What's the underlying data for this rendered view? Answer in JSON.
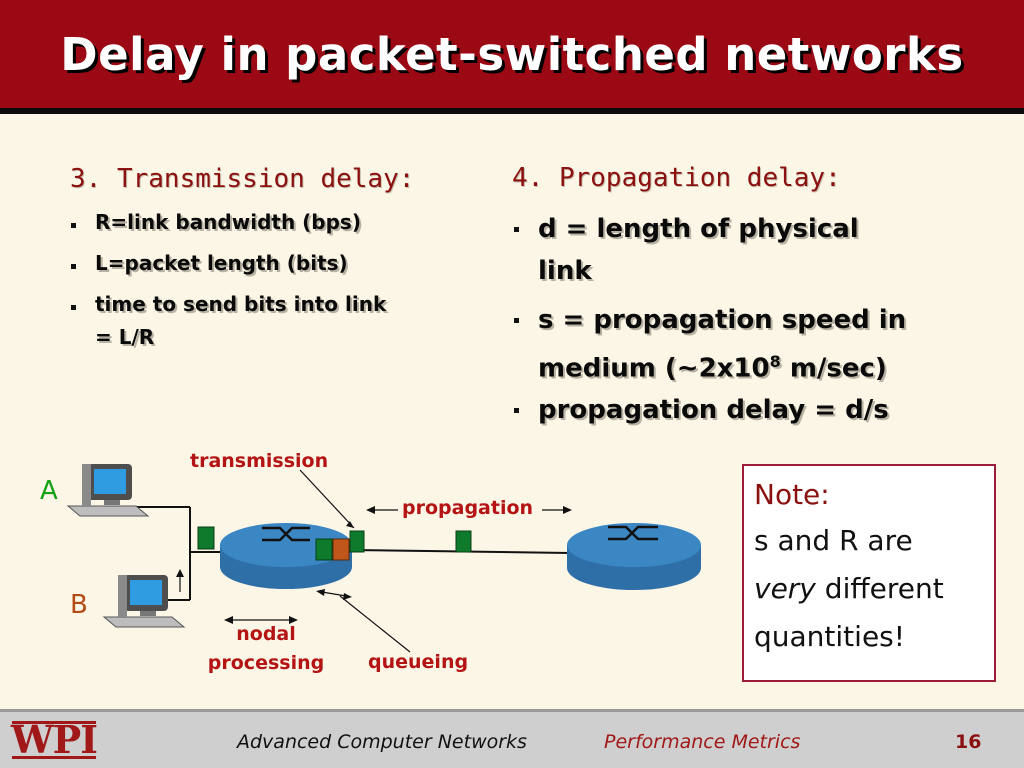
{
  "slide": {
    "title": "Delay in packet-switched networks"
  },
  "left_column": {
    "heading": "3. Transmission delay:",
    "bullets": [
      {
        "line1": "R=link bandwidth (bps)",
        "line2": ""
      },
      {
        "line1": "L=packet length (bits)",
        "line2": ""
      },
      {
        "line1": "time to send bits into link",
        "line2": "= L/R"
      }
    ]
  },
  "right_column": {
    "heading": "4. Propagation delay:",
    "bullets": [
      {
        "line1": "d = length of physical",
        "line2": "link"
      },
      {
        "line1": "s = propagation speed in",
        "line2_pre": "medium (~2x10",
        "line2_sup": "8",
        "line2_post": " m/sec)"
      },
      {
        "line1": "propagation delay = d/s",
        "line2": ""
      }
    ]
  },
  "diagram": {
    "host_a": "A",
    "host_b": "B",
    "label_transmission": "transmission",
    "label_propagation": "propagation",
    "label_nodal_1": "nodal",
    "label_nodal_2": "processing",
    "label_queueing": "queueing"
  },
  "note": {
    "line1": "Note:",
    "line2": "s and R are",
    "line3_em": "very",
    "line3_rest": " different",
    "line4": "quantities!"
  },
  "footer": {
    "logo": "WPI",
    "course": "Advanced Computer Networks",
    "topic": "Performance Metrics",
    "page": "16"
  },
  "colors": {
    "title_bar": "#9b0a14",
    "background": "#fbf6e6",
    "heading": "#8b1010",
    "label_red": "#b41414",
    "router_blue": "#2e6fa8",
    "packet_green": "#0d7a2c",
    "packet_orange": "#c0561a"
  }
}
